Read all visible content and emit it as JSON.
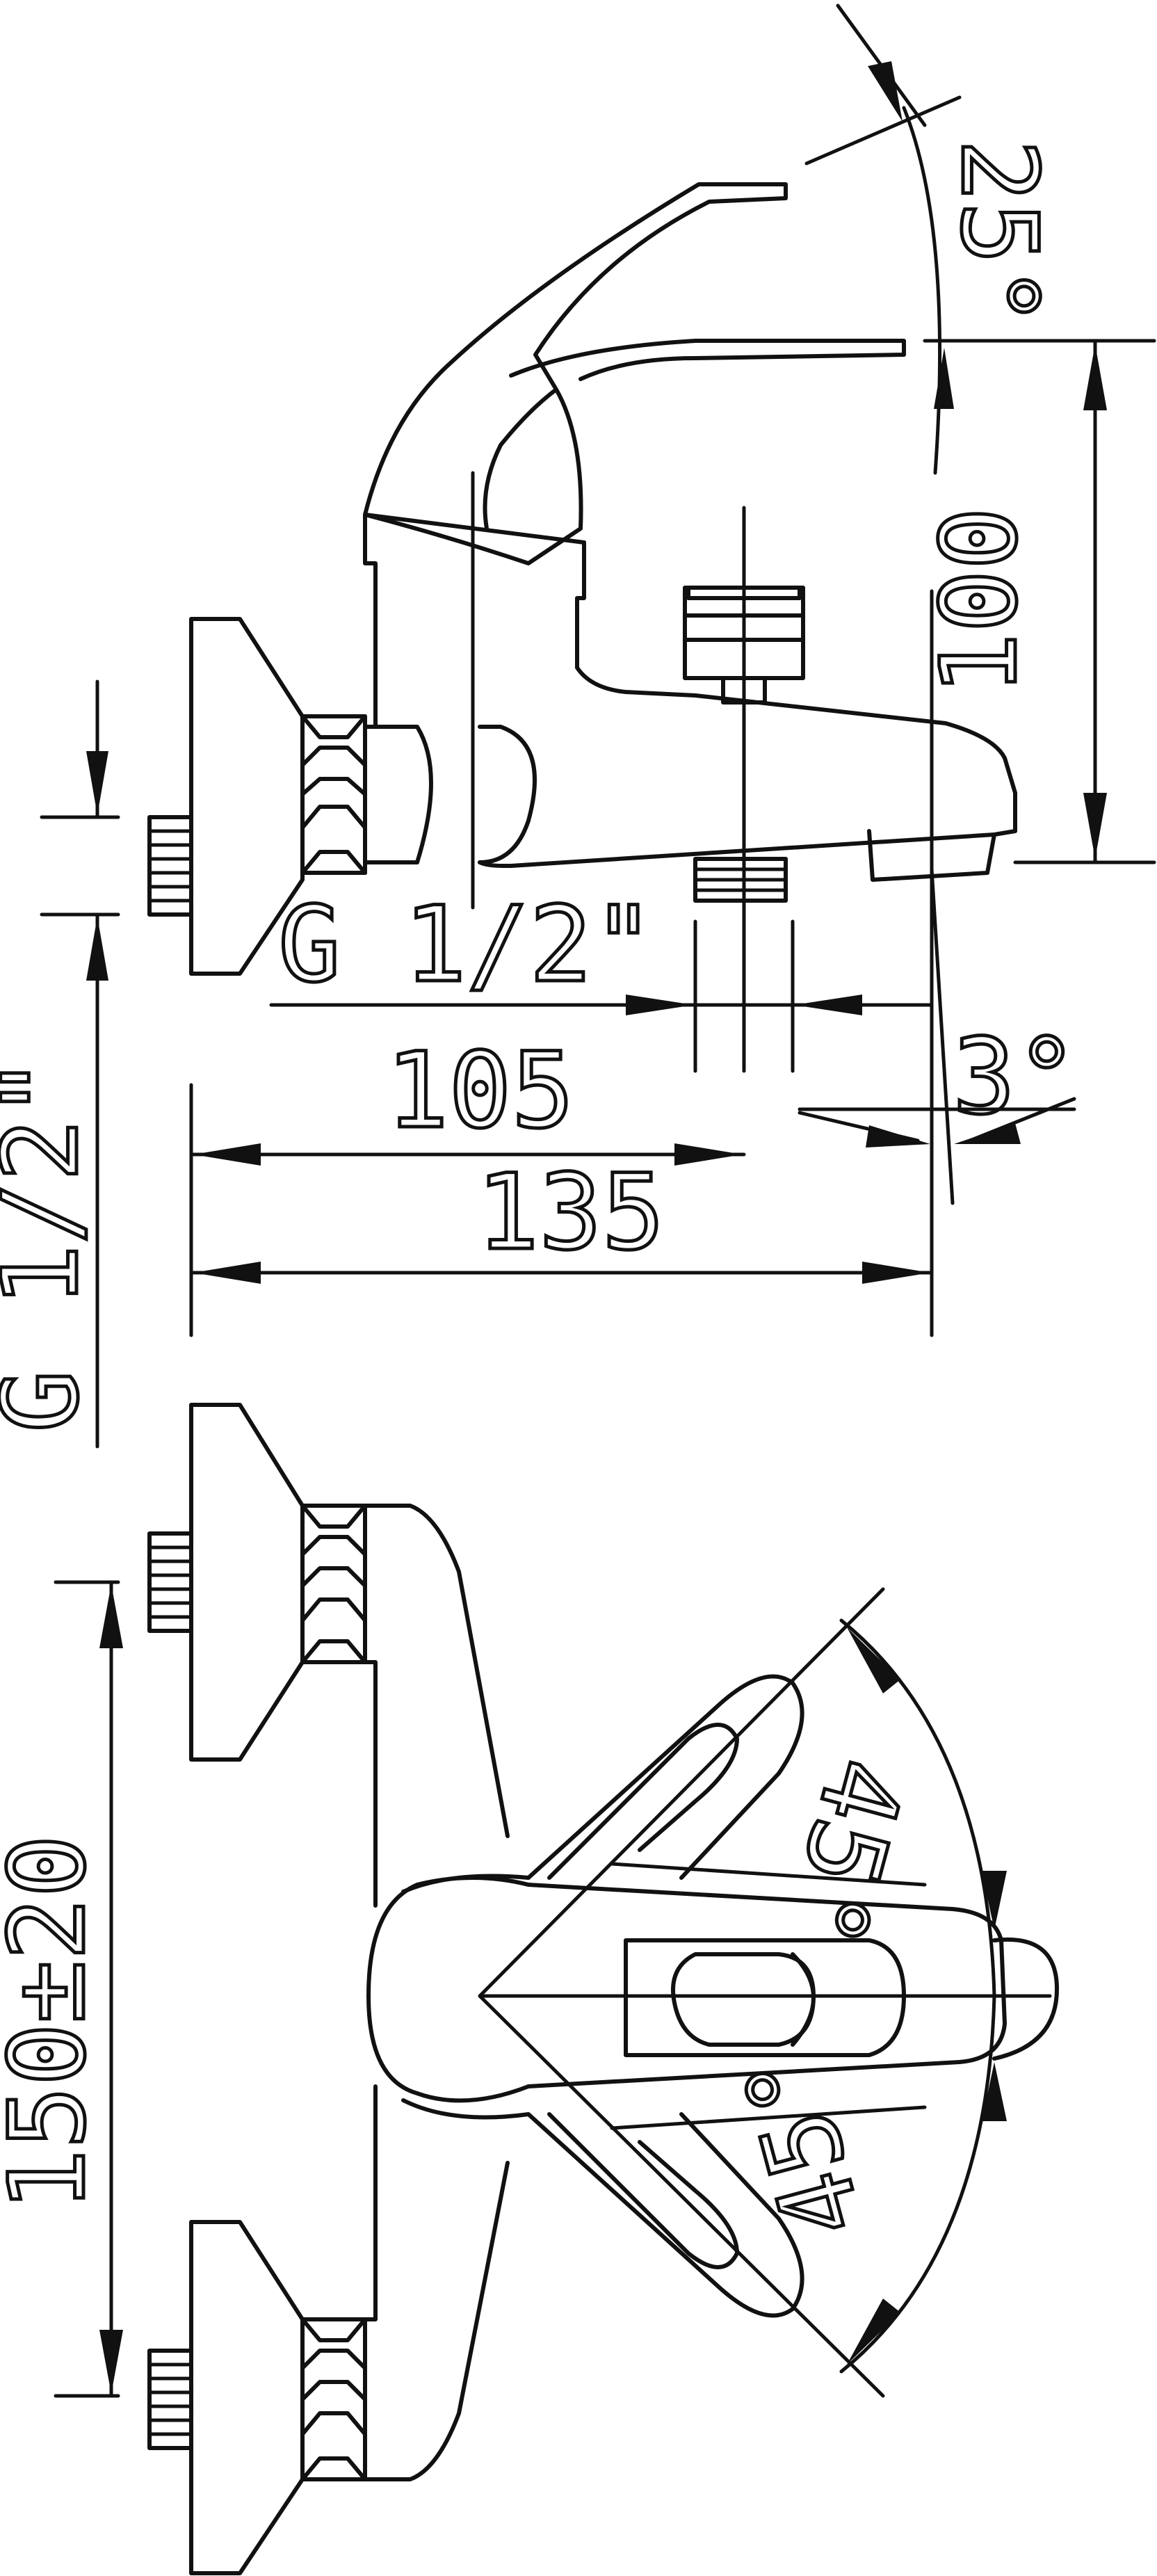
{
  "dimensions": {
    "lever_tilt_angle": "25°",
    "height": "100",
    "inlet_thread_top": "G 1/2\"",
    "diverter_offset": "105",
    "overall_depth": "135",
    "spout_angle": "3°",
    "inlet_thread_side": "G 1/2\"",
    "inlet_spacing": "150±20",
    "swivel_angle_upper": "45°",
    "swivel_angle_lower": "45°"
  }
}
